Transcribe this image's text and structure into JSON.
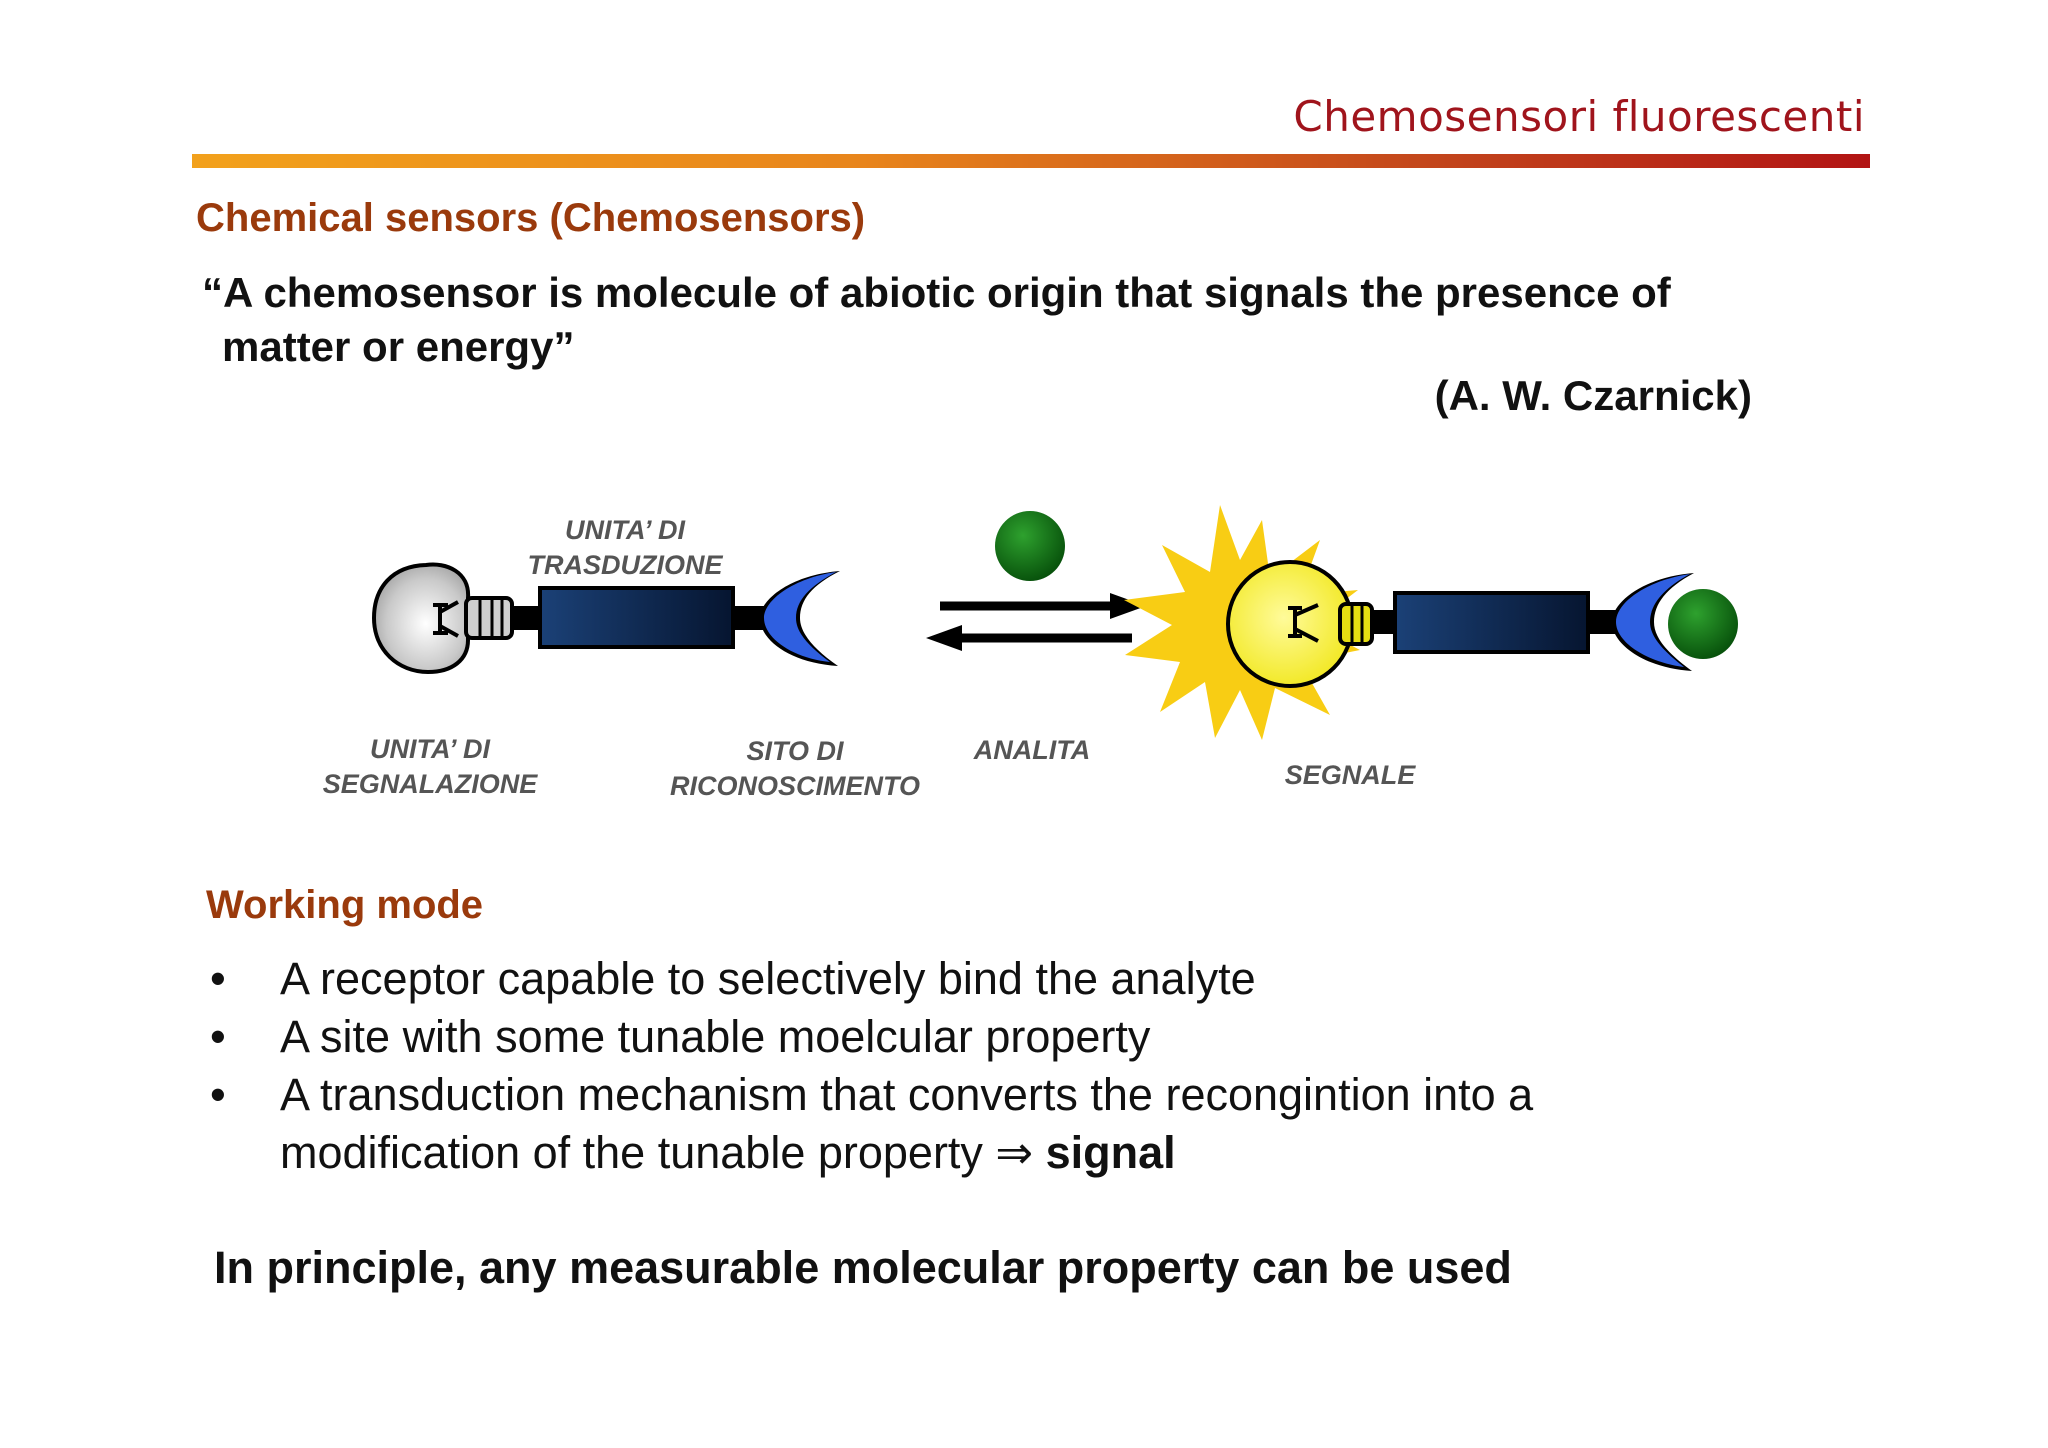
{
  "header": {
    "title": "Chemosensori fluorescenti"
  },
  "section1": {
    "title": "Chemical sensors (Chemosensors)"
  },
  "quote": {
    "line1": "“A chemosensor is molecule of abiotic origin that signals the presence of",
    "line2": "matter or energy”",
    "author": "(A. W. Czarnick)"
  },
  "diagram": {
    "label_transduction_1": "UNITA’ DI",
    "label_transduction_2": "TRASDUZIONE",
    "label_signaling_1": "UNITA’ DI",
    "label_signaling_2": "SEGNALAZIONE",
    "label_recognition_1": "SITO DI",
    "label_recognition_2": "RICONOSCIMENTO",
    "label_analyte": "ANALITA",
    "label_signal": "SEGNALE",
    "colors": {
      "bulb_off": "#b9b9b9",
      "bulb_on": "#f7f01a",
      "burst": "#f8cd14",
      "transducer": "#0e2a55",
      "receptor": "#2f5fe0",
      "analyte": "#0a7a14"
    }
  },
  "section2": {
    "title": "Working mode"
  },
  "bullets": {
    "b1": "A receptor capable to selectively bind the analyte",
    "b2": "A site with some tunable moelcular property",
    "b3_line1": "A transduction mechanism that converts the recongintion into a",
    "b3_line2": "modification of the tunable property ⇒ ",
    "b3_bold": "signal"
  },
  "conclusion": "In principle, any measurable molecular property can be used"
}
